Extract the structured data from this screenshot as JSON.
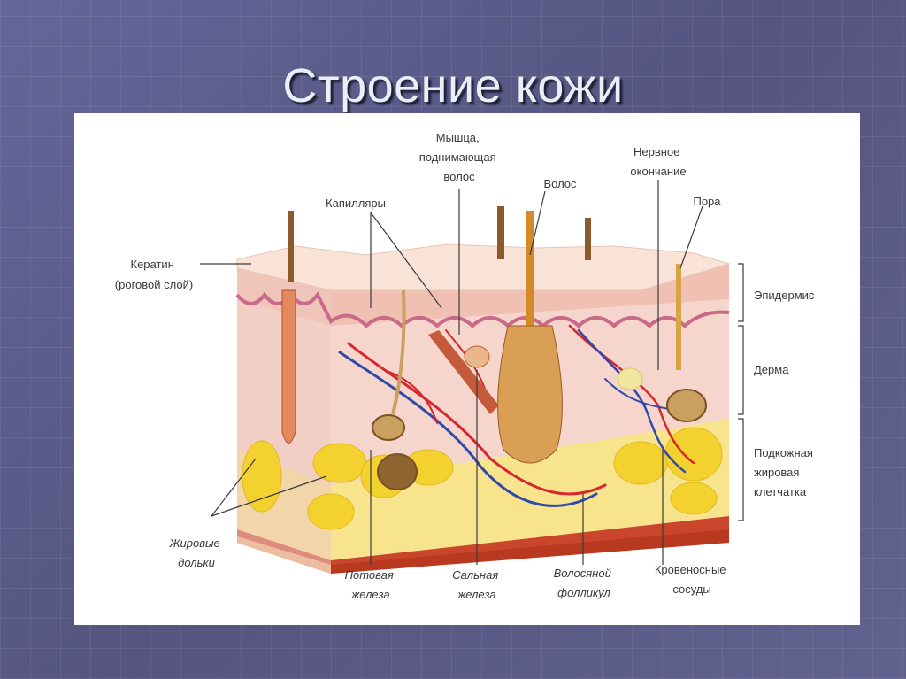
{
  "slide": {
    "title": "Строение кожи"
  },
  "diagram": {
    "labels": {
      "muscle": [
        "Мышца,",
        "поднимающая",
        "волос"
      ],
      "nerve": [
        "Нервное",
        "окончание"
      ],
      "hair": "Волос",
      "pore": "Пора",
      "capillaries": "Капилляры",
      "keratin": [
        "Кератин",
        "(роговой слой)"
      ],
      "epidermis": "Эпидермис",
      "dermis": "Дерма",
      "subcutaneous": [
        "Подкожная",
        "жировая",
        "клетчатка"
      ],
      "fat_lobules": [
        "Жировые",
        "дольки"
      ],
      "sweat_gland": [
        "Потовая",
        "железа"
      ],
      "sebaceous_gland": [
        "Сальная",
        "железа"
      ],
      "hair_follicle": [
        "Волосяной",
        "фолликул"
      ],
      "blood_vessels": [
        "Кровеносные",
        "сосуды"
      ]
    }
  }
}
